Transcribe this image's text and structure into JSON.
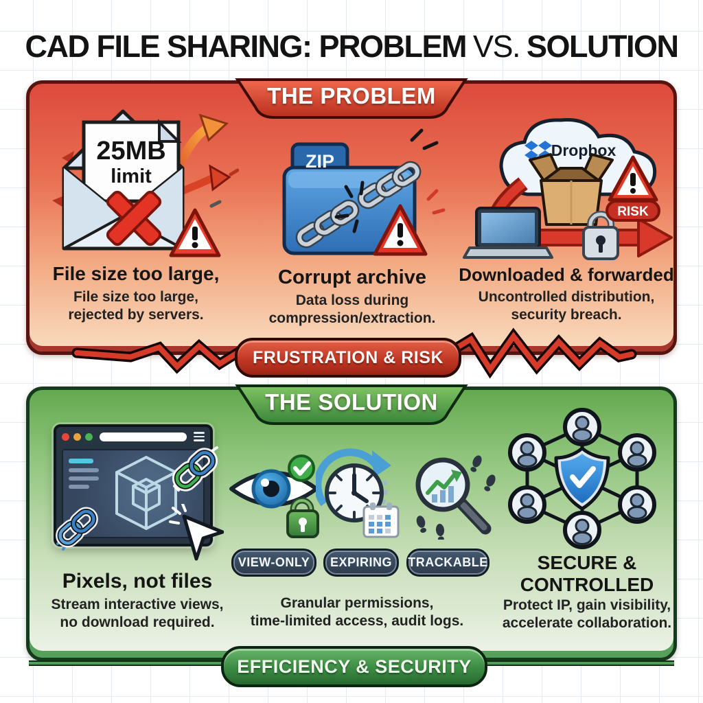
{
  "title": {
    "part1": "CAD FILE SHARING: PROBLEM",
    "vs": "VS.",
    "part2": "SOLUTION"
  },
  "problem": {
    "banner": "THE PROBLEM",
    "footer_banner": "FRUSTRATION & RISK",
    "columns": [
      {
        "icon": "email-25mb-blocked-icon",
        "badge": {
          "line1": "25MB",
          "line2": "limit"
        },
        "heading": "File size too large,",
        "sub": {
          "line1": "File size too large,",
          "line2": "rejected by servers."
        }
      },
      {
        "icon": "zip-folder-broken-chain-icon",
        "zip_label": "ZIP",
        "heading": "Corrupt archive",
        "sub": {
          "line1": "Data loss during",
          "line2": "compression/extraction."
        }
      },
      {
        "icon": "cloud-download-forward-icon",
        "cloud_label": "Dropbox",
        "risk_label": "RISK",
        "heading": "Downloaded & forwarded",
        "sub": {
          "line1": "Uncontrolled distribution,",
          "line2": "security breach."
        }
      }
    ]
  },
  "solution": {
    "banner": "THE SOLUTION",
    "footer_banner": "EFFICIENCY & SECURITY",
    "left": {
      "icon": "cad-viewer-browser-icon",
      "heading": "Pixels, not files",
      "sub": {
        "line1": "Stream interactive views,",
        "line2": "no download required."
      }
    },
    "middle": {
      "features": [
        {
          "icon": "view-only-eye-lock-icon",
          "badge": "VIEW-ONLY"
        },
        {
          "icon": "expiring-clock-calendar-icon",
          "badge": "EXPIRING"
        },
        {
          "icon": "trackable-magnifier-footprints-icon",
          "badge": "TRACKABLE"
        }
      ],
      "sub": {
        "line1": "Granular permissions,",
        "line2": "time-limited access, audit logs."
      }
    },
    "right": {
      "icon": "secure-network-shield-icon",
      "heading": {
        "line1": "SECURE &",
        "line2": "CONTROLLED"
      },
      "sub": {
        "line1": "Protect IP, gain visibility,",
        "line2": "accelerate collaboration."
      }
    }
  },
  "colors": {
    "problem_red": "#c9372c",
    "problem_border": "#591410",
    "solution_green": "#3e8a3e",
    "solution_border": "#153a1e",
    "badge_navy": "#36485c",
    "risk_red": "#c62f23",
    "dropbox_blue": "#2574d4",
    "warning_red": "#e23b2a",
    "link_glow": "#ffffff"
  }
}
